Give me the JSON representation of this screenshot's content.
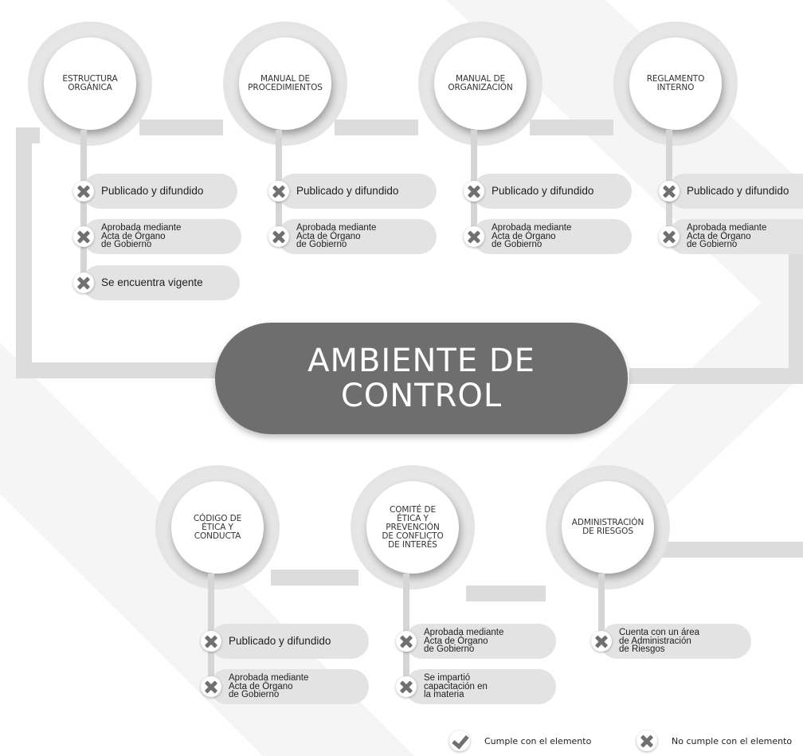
{
  "center": {
    "line1": "AMBIENTE DE",
    "line2": "CONTROL"
  },
  "top_nodes": [
    {
      "lines": [
        "ESTRUCTURA",
        "ORGÁNICA"
      ],
      "items": [
        {
          "lines": [
            "Publicado y difundido"
          ],
          "status": "no-cumple"
        },
        {
          "lines": [
            "Aprobada mediante",
            "Acta de Órgano",
            "de Gobierno"
          ],
          "status": "no-cumple"
        },
        {
          "lines": [
            "Se encuentra vigente"
          ],
          "status": "no-cumple"
        }
      ]
    },
    {
      "lines": [
        "MANUAL DE",
        "PROCEDIMIENTOS"
      ],
      "items": [
        {
          "lines": [
            "Publicado y difundido"
          ],
          "status": "no-cumple"
        },
        {
          "lines": [
            "Aprobada mediante",
            "Acta de Órgano",
            "de Gobierno"
          ],
          "status": "no-cumple"
        }
      ]
    },
    {
      "lines": [
        "MANUAL DE",
        "ORGANIZACIÓN"
      ],
      "items": [
        {
          "lines": [
            "Publicado y difundido"
          ],
          "status": "no-cumple"
        },
        {
          "lines": [
            "Aprobada mediante",
            "Acta de Órgano",
            "de Gobierno"
          ],
          "status": "no-cumple"
        }
      ]
    },
    {
      "lines": [
        "REGLAMENTO",
        "INTERNO"
      ],
      "items": [
        {
          "lines": [
            "Publicado y difundido"
          ],
          "status": "no-cumple"
        },
        {
          "lines": [
            "Aprobada mediante",
            "Acta de Órgano",
            "de Gobierno"
          ],
          "status": "no-cumple"
        }
      ]
    }
  ],
  "bottom_nodes": [
    {
      "lines": [
        "CÓDIGO DE",
        "ÉTICA Y",
        "CONDUCTA"
      ],
      "items": [
        {
          "lines": [
            "Publicado y difundido"
          ],
          "status": "no-cumple"
        },
        {
          "lines": [
            "Aprobada mediante",
            "Acta de Órgano",
            "de Gobierno"
          ],
          "status": "no-cumple"
        }
      ]
    },
    {
      "lines": [
        "COMITÉ DE",
        "ÉTICA Y",
        "PREVENCIÓN",
        "DE CONFLICTO",
        "DE INTERÉS"
      ],
      "items": [
        {
          "lines": [
            "Aprobada mediante",
            "Acta de Órgano",
            "de Gobierno"
          ],
          "status": "no-cumple"
        },
        {
          "lines": [
            "Se impartió",
            "capacitación en",
            "la materia"
          ],
          "status": "no-cumple"
        }
      ]
    },
    {
      "lines": [
        "ADMINISTRACIÓN",
        "DE RIESGOS"
      ],
      "items": [
        {
          "lines": [
            "Cuenta con un área",
            "de Administración",
            "de Riesgos"
          ],
          "status": "no-cumple"
        }
      ]
    }
  ],
  "legend": {
    "cumple": "Cumple con el elemento",
    "no_cumple": "No cumple con el elemento"
  },
  "colors": {
    "center_fill": "#6e6e6e",
    "pill_fill": "#e3e3e3",
    "connector": "#dcdcdc",
    "icon": "#707070"
  }
}
